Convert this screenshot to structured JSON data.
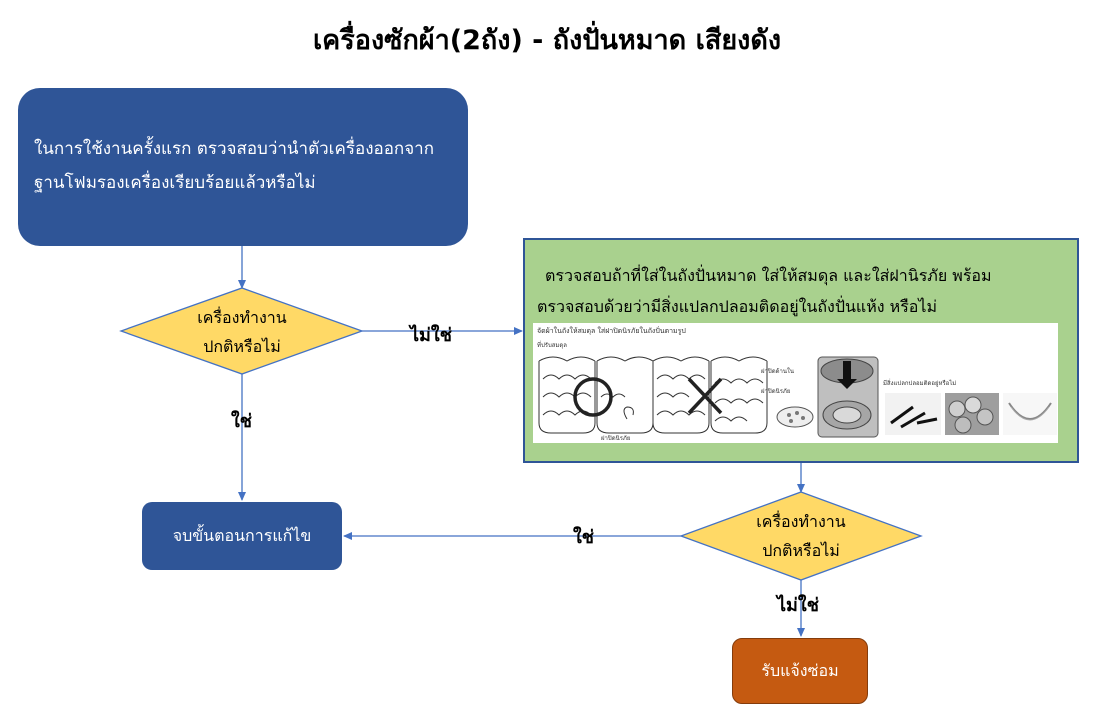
{
  "title": "เครื่องซักผ้า(2ถัง) - ถังปั่นหมาด เสียงดัง",
  "start_box": {
    "line1": "ในการใช้งานครั้งแรก ตรวจสอบว่านำตัวเครื่องออกจาก",
    "line2": "ฐานโฟมรองเครื่องเรียบร้อยแล้วหรือไม่"
  },
  "decision1": {
    "line1": "เครื่องทำงาน",
    "line2": "ปกติหรือไม่"
  },
  "decision2": {
    "line1": "เครื่องทำงาน",
    "line2": "ปกติหรือไม่"
  },
  "check_box": {
    "line1": "ตรวจสอบถ้าที่ใส่ในถังปั่นหมาด ใส่ให้สมดุล และใส่ฝานิรภัย พร้อม",
    "line2": "ตรวจสอบด้วยว่ามีสิ่งแปลกปลอมติดอยู่ในถังปั่นแห้ง หรือไม่"
  },
  "illustration": {
    "caption": "จัดผ้าในถังให้สมดุล ใส่ฝาปิดนิรภัยในถังปั่นตามรูป",
    "label_balance": "ที่ปรับสมดุล",
    "label_safety_cover": "ฝาปิดนิรภัย",
    "label_inner_cover": "ฝาปิดด้านใน",
    "label_safety_cover_2": "ฝาปิดนิรภัย",
    "label_foreign": "มีสิ่งแปลกปลอมติดอยู่หรือไม่"
  },
  "end_box": {
    "label": "จบขั้นตอนการแก้ไข"
  },
  "repair_box": {
    "label": "รับแจ้งซ่อม"
  },
  "edges": {
    "yes_down": "ใช่",
    "no_right": "ไม่ใช่",
    "yes_left": "ใช่",
    "no_down": "ไม่ใช่"
  },
  "colors": {
    "process_blue": "#2f5597",
    "decision_yellow": "#ffd966",
    "check_green": "#a9d18e",
    "repair_orange": "#c55a11",
    "connector": "#4472c4"
  }
}
